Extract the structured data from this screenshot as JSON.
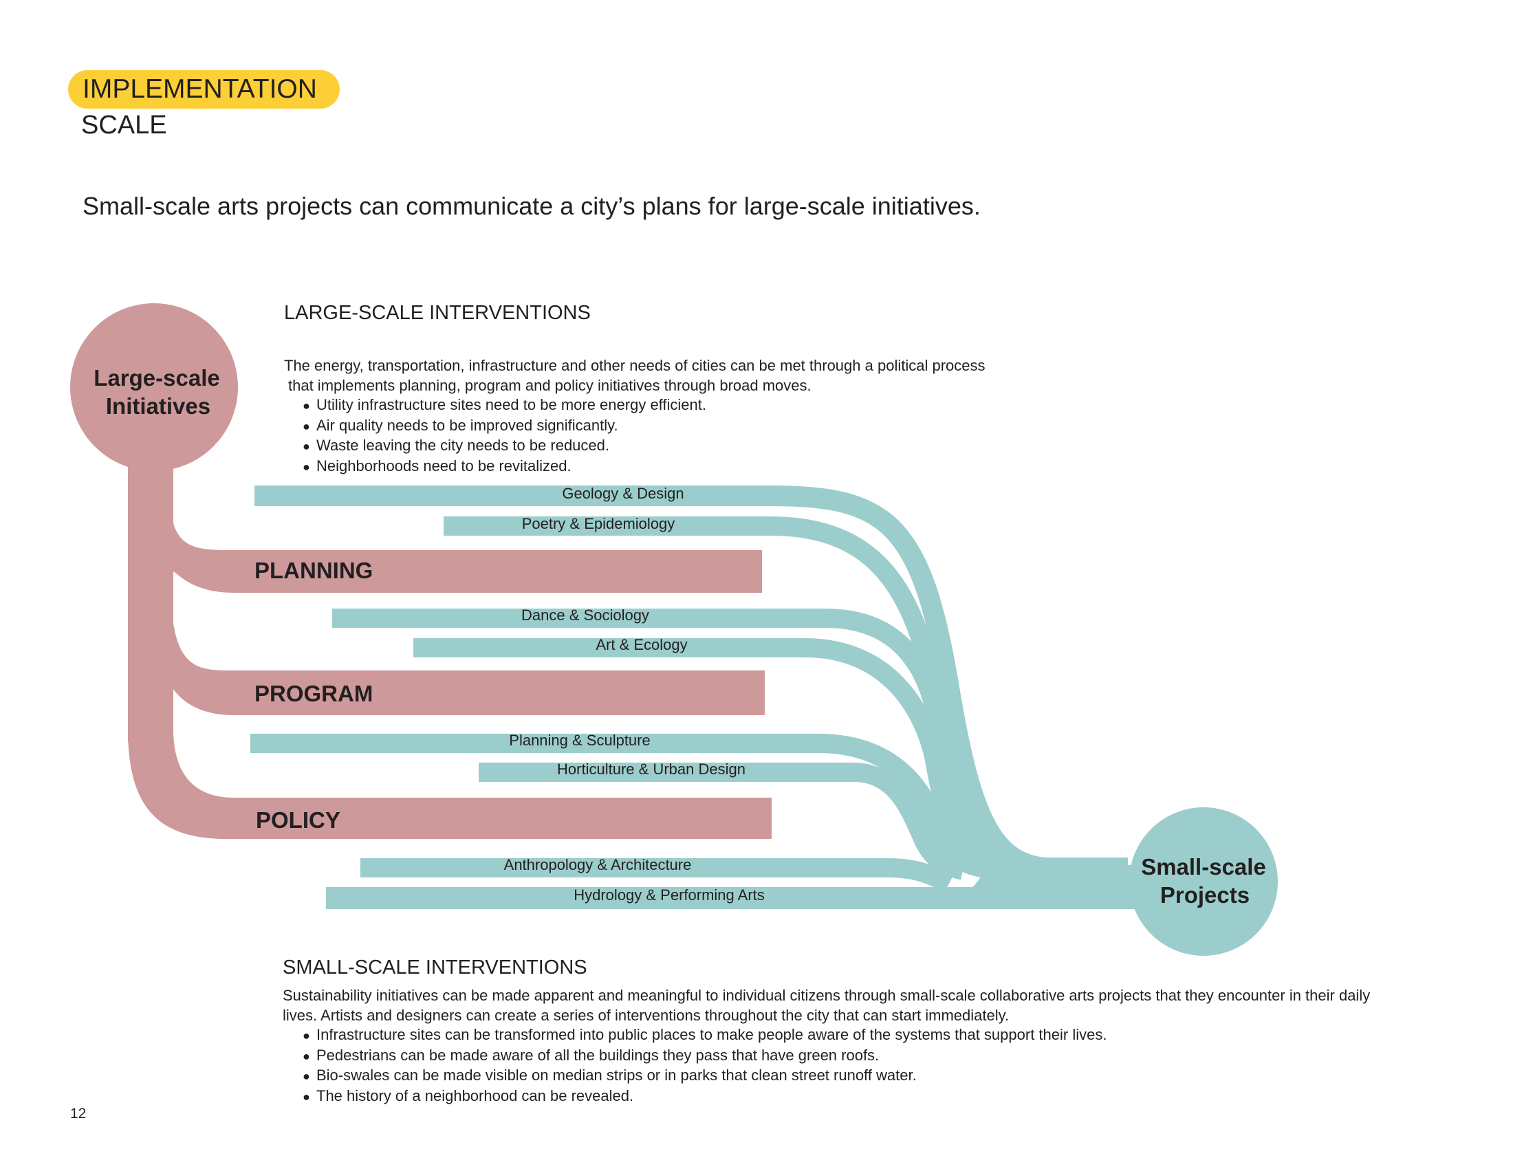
{
  "header": {
    "badge": "IMPLEMENTATION",
    "subtitle": "SCALE"
  },
  "headline": "Small-scale arts projects can communicate a city’s plans for large-scale initiatives.",
  "large_scale": {
    "title": "LARGE-SCALE INTERVENTIONS",
    "paragraph_line1": "The energy, transportation, infrastructure and other needs of cities can be met through a political process",
    "paragraph_line2": "that implements planning, program and policy initiatives through broad moves.",
    "bullets": [
      "Utility infrastructure sites need to be more energy efficient.",
      "Air quality needs to be improved significantly.",
      "Waste leaving the city needs to be reduced.",
      "Neighborhoods need to be revitalized."
    ]
  },
  "diagram": {
    "source_node": [
      "Large-scale",
      "Initiatives"
    ],
    "target_node": [
      "Small-scale",
      "Projects"
    ],
    "branches": [
      "PLANNING",
      "PROGRAM",
      "POLICY"
    ],
    "streams": [
      "Geology & Design",
      "Poetry & Epidemiology",
      "Dance & Sociology",
      "Art & Ecology",
      "Planning & Sculpture",
      "Horticulture & Urban Design",
      "Anthropology & Architecture",
      "Hydrology & Performing Arts"
    ]
  },
  "small_scale": {
    "title": "SMALL-SCALE INTERVENTIONS",
    "paragraph_line1": "Sustainability initiatives can be made apparent and meaningful to individual citizens through small-scale collaborative arts projects that they encounter in their daily",
    "paragraph_line2": "lives. Artists and designers can create a series of interventions throughout the city that can start immediately.",
    "bullets": [
      "Infrastructure sites can be transformed into public places to make people aware of the systems that support their lives.",
      "Pedestrians can be made aware of all the buildings they pass that have green roofs.",
      "Bio-swales can be made visible on median strips or in parks that clean street runoff water.",
      "The history of a neighborhood can be revealed."
    ]
  },
  "page_number": "12",
  "colors": {
    "badge": "#fdcf36",
    "large": "#cd999a",
    "small": "#9bcdcc",
    "text": "#231f20"
  }
}
